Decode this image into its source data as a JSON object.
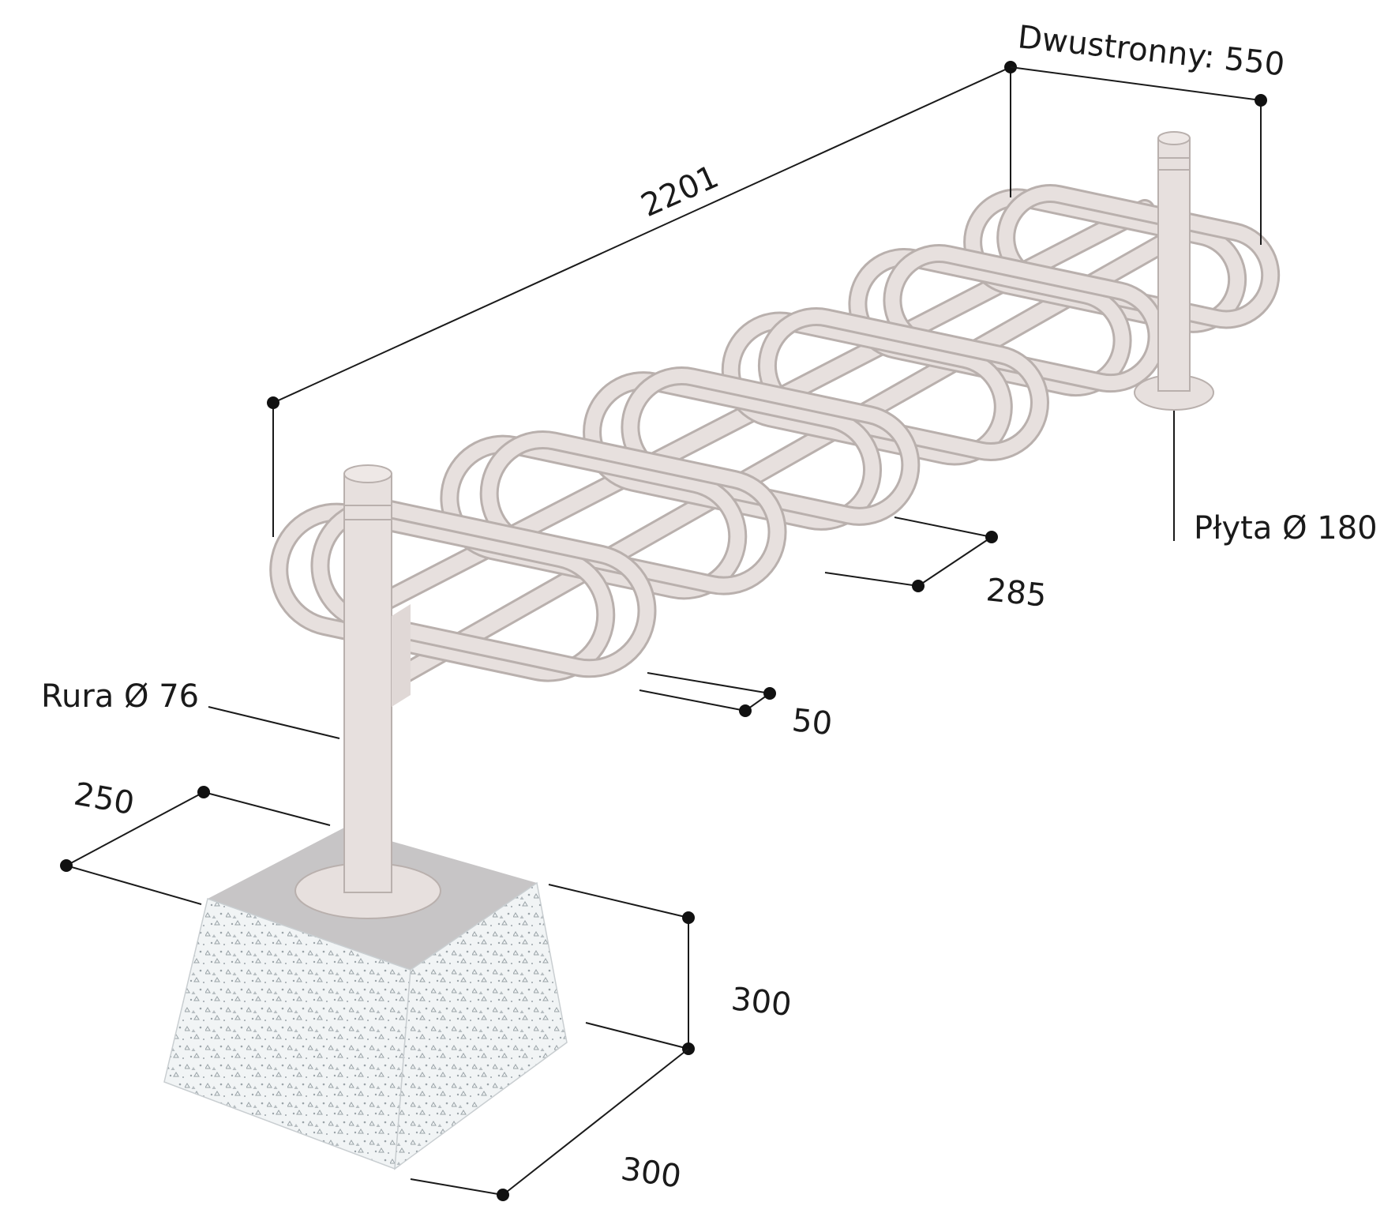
{
  "colors": {
    "metal": "#e7e0de",
    "metal_edge": "#b9b0ad",
    "metal_shadow": "#d6cdca",
    "concrete_top": "#c7c5c6",
    "concrete_face": "#f1f4f5",
    "speckle": "#9aa3a8",
    "line": "#1a1a1a"
  },
  "labels": {
    "double_sided": "Dwustronny: 550",
    "length": "2201",
    "plate": "Płyta Ø 180",
    "loop_spacing": "285",
    "tube_gap": "50",
    "pipe": "Rura Ø 76",
    "base_width": "250",
    "base_height": "300",
    "base_depth": "300"
  }
}
